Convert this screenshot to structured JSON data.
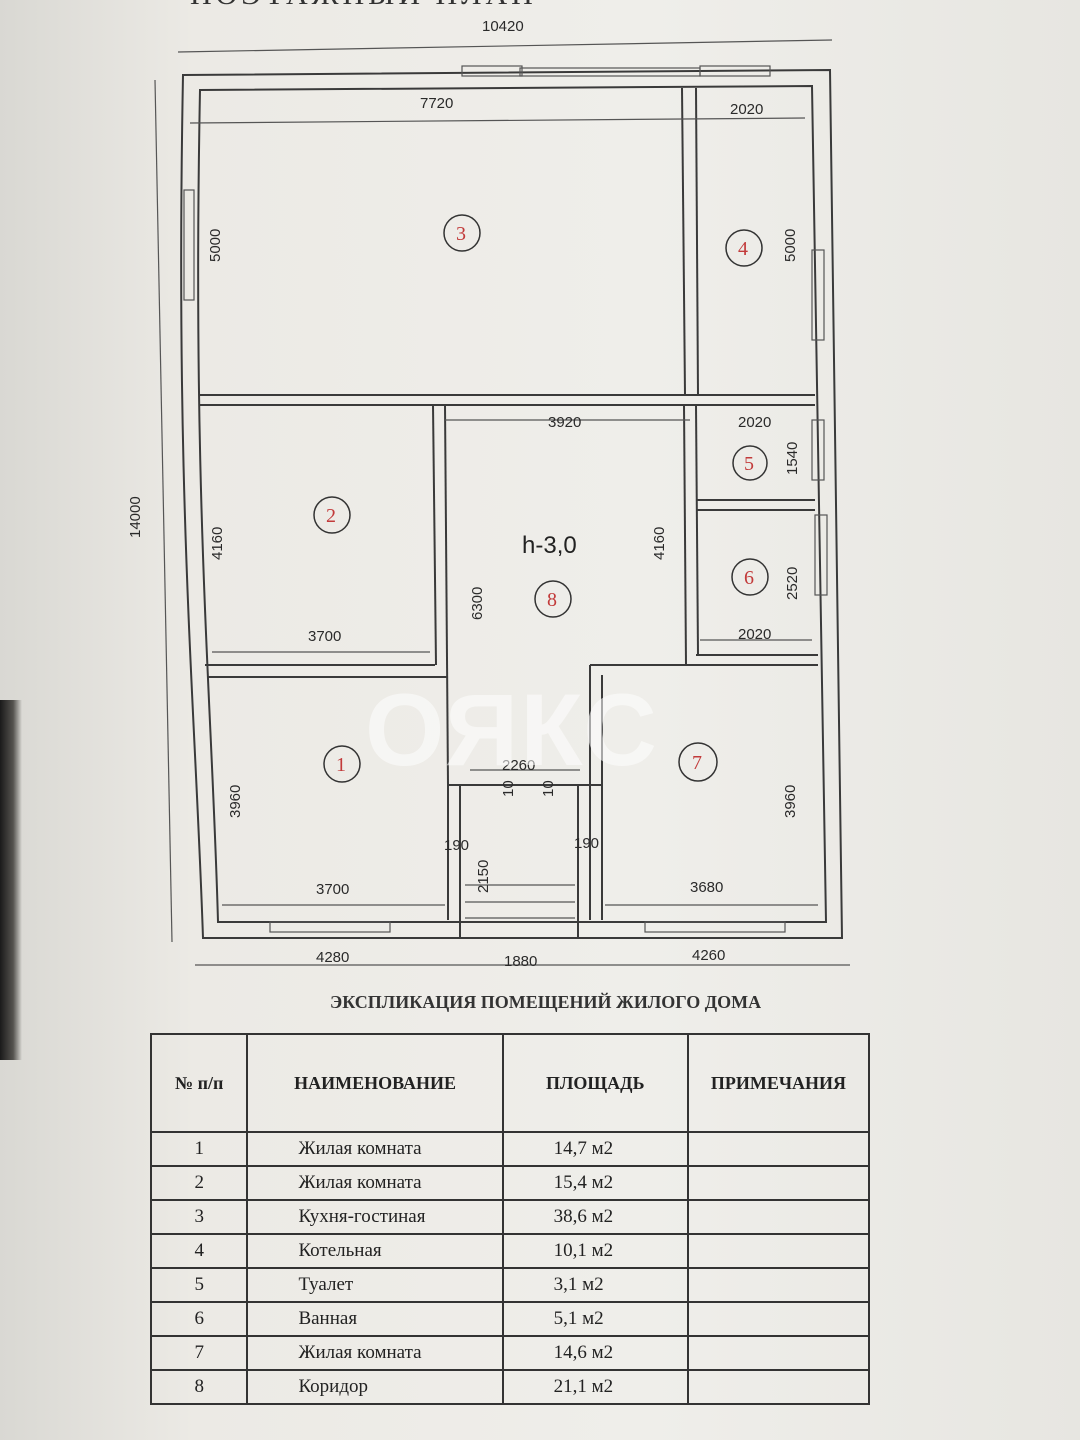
{
  "header_cut_text": "ПОЭТАЖНЫЙ ПЛАН",
  "watermark": "ОЯКС",
  "dimensions": {
    "overall_width": "10420",
    "overall_height": "14000",
    "room3_width": "7720",
    "room3_height": "5000",
    "room4_width": "2020",
    "room4_height": "5000",
    "corridor_width": "3920",
    "room5_width": "2020",
    "room5_height": "1540",
    "room2_height": "4160",
    "corridor_height": "4160",
    "corridor_length": "6300",
    "room6_height": "2520",
    "room6_width": "2020",
    "room2_width": "3700",
    "room1_height": "3960",
    "room1_width": "3700",
    "entrance_width": "2260",
    "room7_height": "3960",
    "room7_width": "3680",
    "wall_left": "190",
    "wall_right": "190",
    "opening_left": "10",
    "opening_right": "10",
    "porch_depth": "2150",
    "bottom_left": "4280",
    "bottom_mid": "1880",
    "bottom_right": "4260",
    "ceiling_height": "h-3,0"
  },
  "room_markers": [
    "1",
    "2",
    "3",
    "4",
    "5",
    "6",
    "7",
    "8"
  ],
  "explication": {
    "title": "ЭКСПЛИКАЦИЯ ПОМЕЩЕНИЙ ЖИЛОГО ДОМА",
    "headers": [
      "№ п/п",
      "НАИМЕНОВАНИЕ",
      "ПЛОЩАДЬ",
      "ПРИМЕЧАНИЯ"
    ],
    "rows": [
      {
        "num": "1",
        "name": "Жилая комната",
        "area": "14,7 м2",
        "note": ""
      },
      {
        "num": "2",
        "name": "Жилая комната",
        "area": "15,4 м2",
        "note": ""
      },
      {
        "num": "3",
        "name": "Кухня-гостиная",
        "area": "38,6 м2",
        "note": ""
      },
      {
        "num": "4",
        "name": "Котельная",
        "area": "10,1 м2",
        "note": ""
      },
      {
        "num": "5",
        "name": "Туалет",
        "area": "3,1 м2",
        "note": ""
      },
      {
        "num": "6",
        "name": "Ванная",
        "area": "5,1 м2",
        "note": ""
      },
      {
        "num": "7",
        "name": "Жилая комната",
        "area": "14,6 м2",
        "note": ""
      },
      {
        "num": "8",
        "name": "Коридор",
        "area": "21,1 м2",
        "note": ""
      }
    ]
  }
}
